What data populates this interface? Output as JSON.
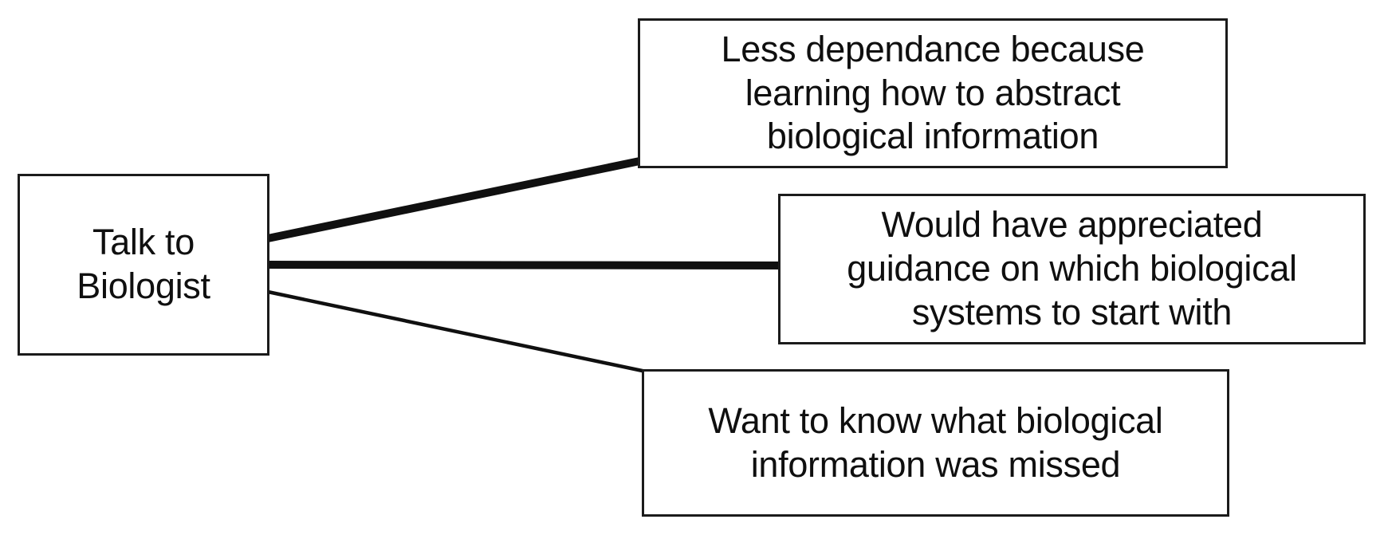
{
  "diagram": {
    "colors": {
      "connector": "#101010",
      "node_border": "#1b1b1b",
      "node_background": "#ffffff",
      "text": "#0f0f0f",
      "canvas_background": "#ffffff"
    },
    "source": {
      "label": "Talk to\nBiologist"
    },
    "targets": [
      {
        "label": "Less dependance because\nlearning how to abstract\nbiological information",
        "connector_weight": "thick"
      },
      {
        "label": "Would have appreciated\nguidance on which biological\nsystems to start with",
        "connector_weight": "thick"
      },
      {
        "label": "Want to know what biological\ninformation was missed",
        "connector_weight": "thin"
      }
    ]
  }
}
